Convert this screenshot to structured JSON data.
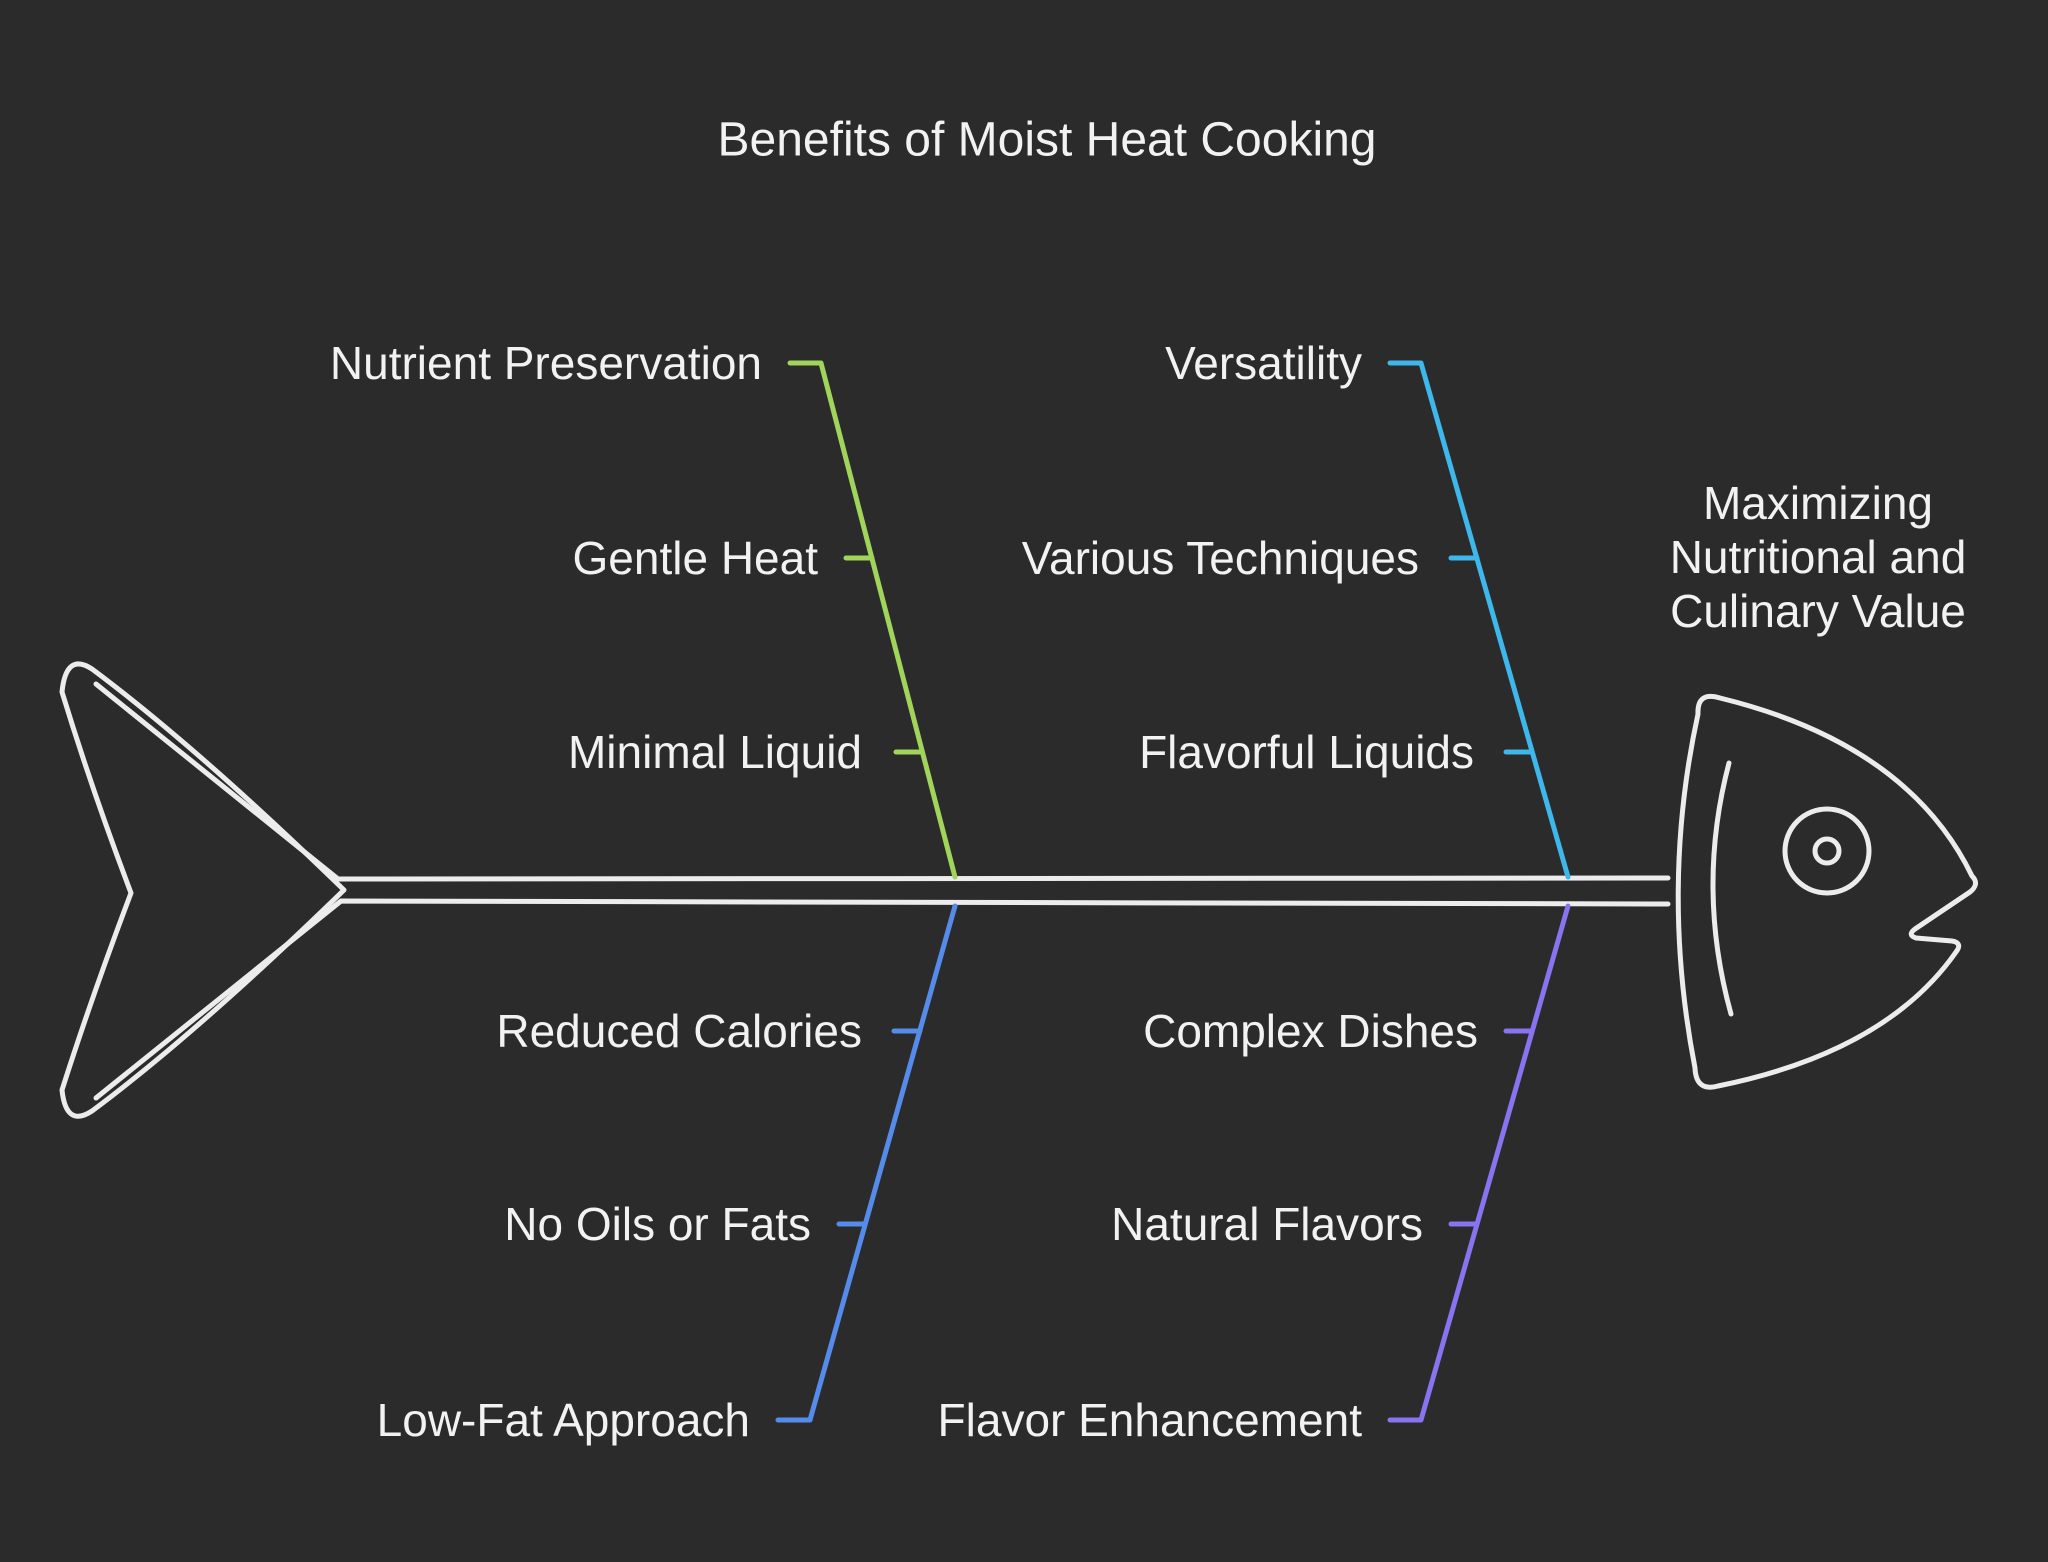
{
  "title": "Benefits of Moist Heat Cooking",
  "colors": {
    "background": "#2b2b2b",
    "skeleton_line": "#ececec",
    "text": "#f2f2f2"
  },
  "head": {
    "label_lines": [
      "Maximizing",
      "Nutritional and",
      "Culinary Value"
    ]
  },
  "branches": [
    {
      "id": "top-left",
      "color": "#a0d45a",
      "items": [
        "Nutrient Preservation",
        "Gentle Heat",
        "Minimal Liquid"
      ]
    },
    {
      "id": "top-right",
      "color": "#3eb7eb",
      "items": [
        "Versatility",
        "Various Techniques",
        "Flavorful Liquids"
      ]
    },
    {
      "id": "bottom-left",
      "color": "#558ceb",
      "items": [
        "Reduced Calories",
        "No Oils or Fats",
        "Low-Fat Approach"
      ]
    },
    {
      "id": "bottom-right",
      "color": "#8973f0",
      "items": [
        "Complex Dishes",
        "Natural Flavors",
        "Flavor Enhancement"
      ]
    }
  ]
}
